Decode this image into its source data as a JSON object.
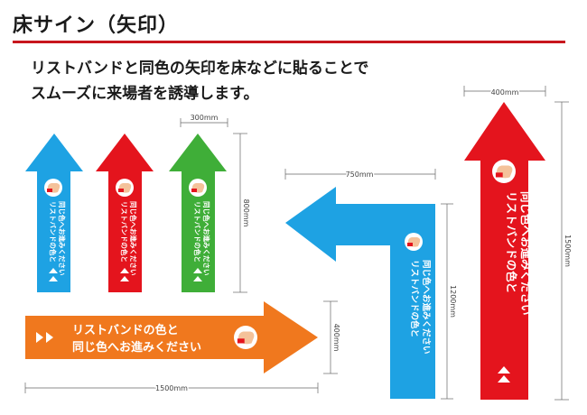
{
  "header": {
    "title": "床サイン（矢印）",
    "intro_line1": "リストバンドと同色の矢印を床などに貼ることで",
    "intro_line2": "スムーズに来場者を誘導します。"
  },
  "arrows": {
    "sign_text": "リストバンドの色と同じ色へお進みください",
    "sign_line1": "リストバンドの色と",
    "sign_line2": "同じ色へお進みください",
    "small_lines": [
      "リストバンドの色と",
      "同じ色へお進みください"
    ],
    "colors": {
      "blue": "#1ea2e3",
      "red": "#e4141d",
      "green": "#3fae38",
      "orange": "#f0781e"
    }
  },
  "dimensions": {
    "width_300": "300mm",
    "height_800": "800mm",
    "width_750": "750mm",
    "height_1200": "1200mm",
    "width_400_top": "400mm",
    "height_1500_right": "1500mm",
    "height_400_orange": "400mm",
    "width_1500_bottom": "1500mm"
  }
}
